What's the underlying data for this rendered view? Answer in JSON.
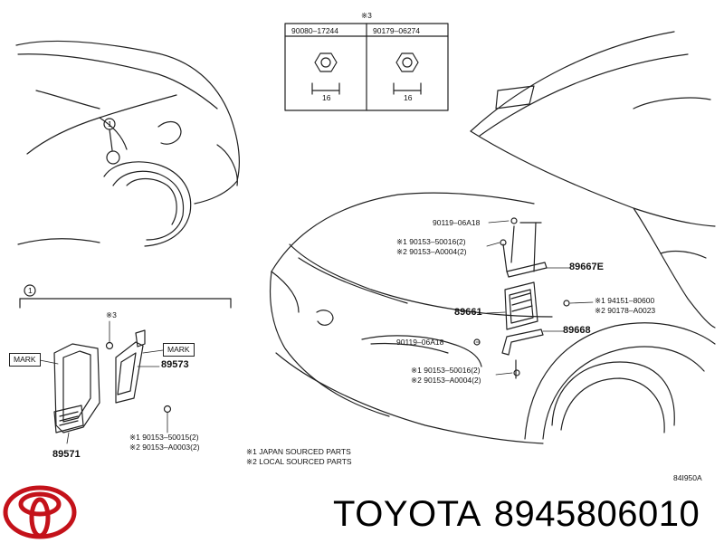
{
  "fastener_table": {
    "note": "※3",
    "headers": [
      "90080–17244",
      "90179–06274"
    ],
    "dims": [
      "16",
      "16"
    ]
  },
  "callout_1": "1",
  "part_labels": {
    "p89667E": "89667E",
    "p89661": "89661",
    "p89668": "89668",
    "p89573": "89573",
    "p89571": "89571",
    "p90119_top": "90119–06A18",
    "p90119_mid": "90119–06A18",
    "top_bolt_1": "※1 90153–50016(2)",
    "top_bolt_2": "※2 90153–A0004(2)",
    "right_1": "※1 94151–80600",
    "right_2": "※2 90178–A0023",
    "low_bolt_1": "※1 90153–50016(2)",
    "low_bolt_2": "※2 90153–A0004(2)",
    "inset_bolt_1": "※1 90153–50015(2)",
    "inset_bolt_2": "※2 90153–A0003(2)",
    "inset_note3": "※3",
    "mark_left": "MARK",
    "mark_right": "MARK"
  },
  "legend": {
    "line1": "※1 JAPAN SOURCED PARTS",
    "line2": "※2 LOCAL SOURCED PARTS"
  },
  "drawing_code": "84I950A",
  "footer": {
    "brand": "TOYOTA",
    "part_number": "8945806010"
  }
}
